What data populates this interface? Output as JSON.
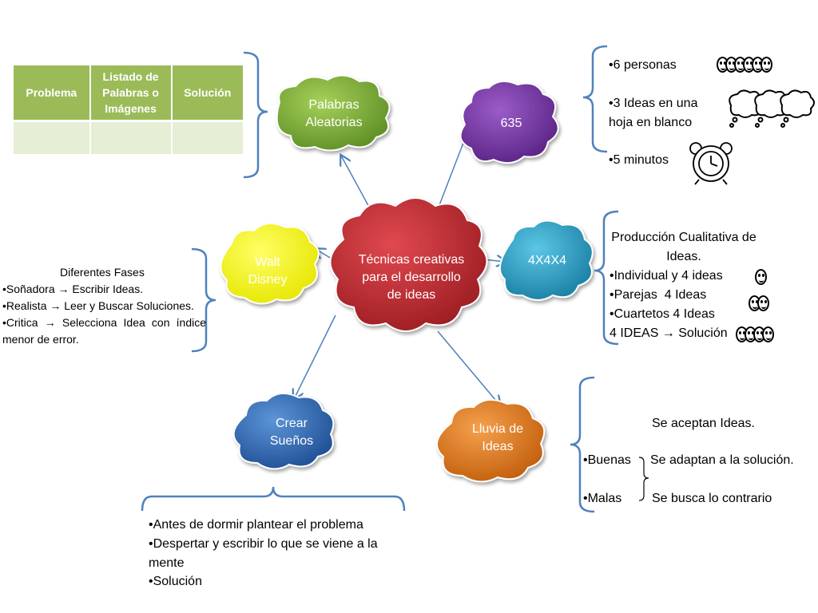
{
  "center": {
    "label": "Técnicas creativas para el desarrollo de ideas"
  },
  "nodes": {
    "palabras": {
      "label": "Palabras Aleatorias",
      "color": "#7cae3a"
    },
    "n635": {
      "label": "635",
      "color": "#7b3aa6"
    },
    "walt": {
      "label": "Walt Disney",
      "color": "#ffff00"
    },
    "n4x4": {
      "label": "4X4X4",
      "color": "#2ea3c9"
    },
    "crear": {
      "label": "Crear Sueños",
      "color": "#2e6fbf"
    },
    "lluvia": {
      "label": "Lluvia de Ideas",
      "color": "#e07a1a"
    }
  },
  "center_color": "#c0282e",
  "table": {
    "headers": [
      "Problema",
      "Listado de Palabras o Imágenes",
      "Solución"
    ]
  },
  "t635": {
    "items": [
      "•6 personas",
      "•3 Ideas en una hoja en blanco",
      "•5 minutos"
    ]
  },
  "walt_text": {
    "title": "Diferentes Fases",
    "items": [
      "•Soñadora → Escribir Ideas.",
      "•Realista → Leer y Buscar Soluciones.",
      "•Critica → Selecciona Idea con índice menor de error."
    ]
  },
  "t4x4": {
    "title": "Producción Cualitativa de Ideas.",
    "items": [
      "•Individual y 4 ideas",
      "•Parejas  4 Ideas",
      "•Cuartetos 4 Ideas",
      "4 IDEAS → Solución"
    ]
  },
  "crear_text": {
    "items": [
      "•Antes de dormir plantear el problema",
      "•Despertar y escribir lo que se viene a la mente",
      "•Solución"
    ]
  },
  "lluvia_text": {
    "title": "Se aceptan Ideas.",
    "buenas": "•Buenas",
    "buenas_desc": "Se adaptan a la solución.",
    "malas": "•Malas",
    "malas_desc": "Se busca lo contrario"
  },
  "icons": [
    "smiley-face-icon",
    "thought-bubble-icon",
    "alarm-clock-icon"
  ]
}
